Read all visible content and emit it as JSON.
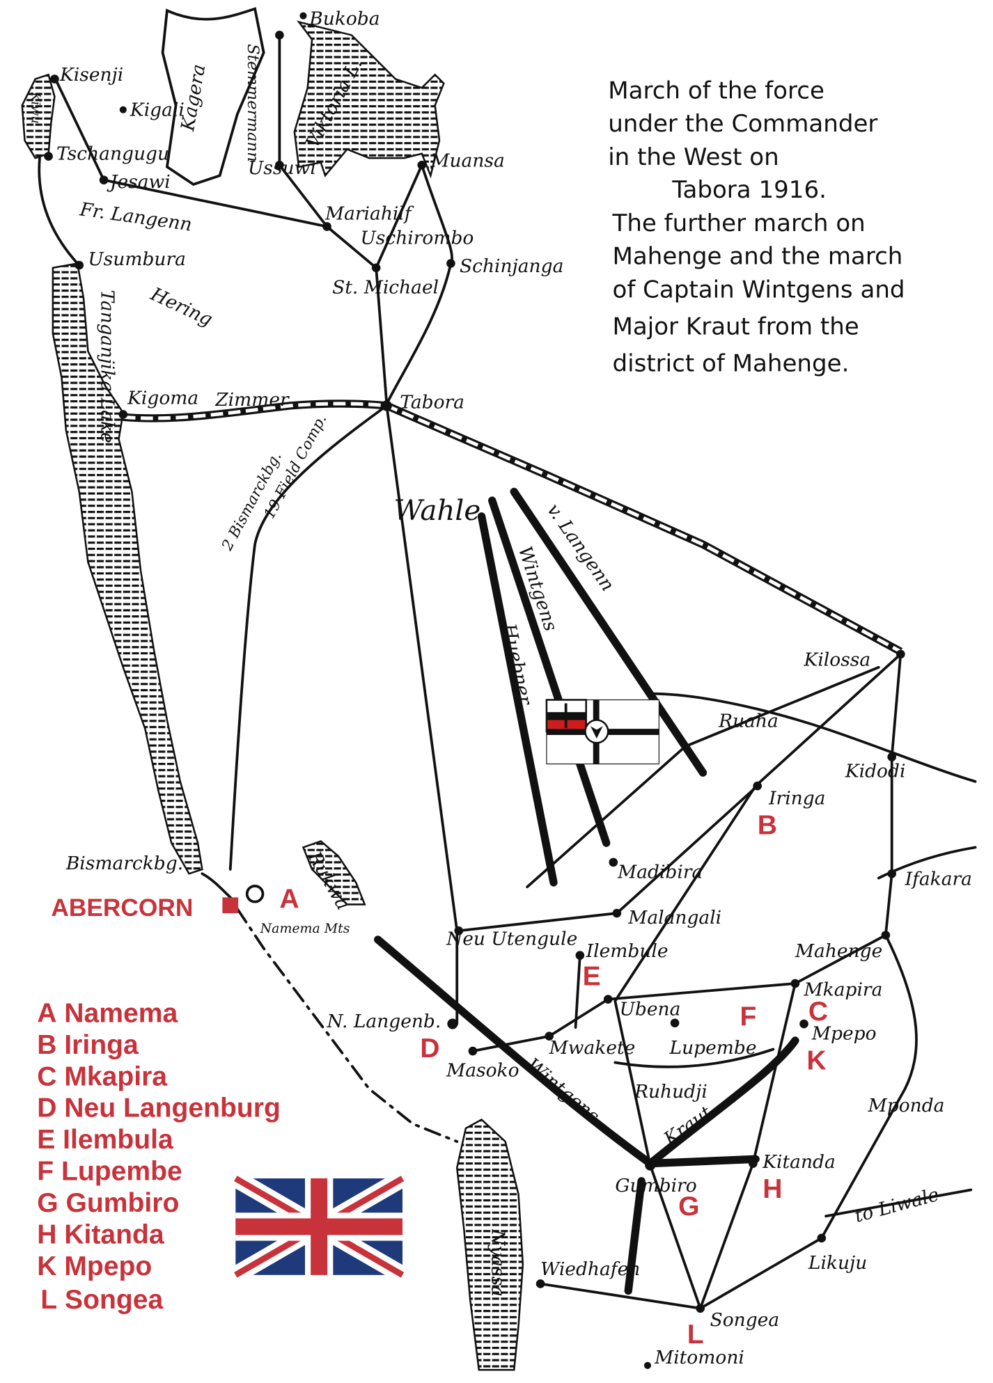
{
  "title_lines": [
    "March of the force",
    "under the Commander",
    "in the West on",
    "Tabora 1916.",
    "The further march on",
    "Mahenge and the march",
    "of Captain Wintgens and",
    "Major Kraut from the",
    "district of Mahenge."
  ],
  "places": {
    "bukoba": "Bukoba",
    "kisenji": "Kisenji",
    "kigali": "Kigali",
    "tschangugu": "Tschangugu",
    "jesawi": "Jesawi",
    "ussuwi": "Ussuwi",
    "muansa": "Muansa",
    "mariahilf": "Mariahilf",
    "uschirombo": "Uschirombo",
    "st_michael": "St. Michael",
    "schinjanga": "Schinjanga",
    "usumbura": "Usumbura",
    "kigoma": "Kigoma",
    "tabora": "Tabora",
    "kilossa": "Kilossa",
    "kidodi": "Kidodi",
    "iringa": "Iringa",
    "ifakara": "Ifakara",
    "madibira": "Madibira",
    "malangali": "Malangali",
    "neu_utengule": "Neu Utengule",
    "ilembule": "Ilembule",
    "mahenge": "Mahenge",
    "mkapira": "Mkapira",
    "mpepo": "Mpepo",
    "ubena": "Ubena",
    "lupembe": "Lupembe",
    "n_langenburg": "N. Langenb.",
    "mwakete": "Mwakete",
    "masoko": "Masoko",
    "gumbiro": "Gumbiro",
    "kitanda": "Kitanda",
    "mponda": "Mponda",
    "likuju": "Likuju",
    "to_liwale": "to Liwale",
    "wiedhafen": "Wiedhafen",
    "songea": "Songea",
    "mitomoni": "Mitomoni",
    "bismarckburg": "Bismarckbg.",
    "namema_mts": "Namema Mts"
  },
  "water": {
    "viktoria": "Viktoria L.",
    "kagera": "Kagera",
    "tanganjika": "Tanganjika Lake",
    "rukwa": "Rukwa",
    "nyassa": "Nyassa",
    "ruaha": "Ruaha",
    "ruhudji": "Ruhudji",
    "kiwu": "Kiwu"
  },
  "routes": {
    "fr_langenn": "Fr. Langenn",
    "hering": "Hering",
    "zimmer": "Zimmer",
    "wahle": "Wahle",
    "wintgens_n": "Wintgens",
    "huebner": "Huebner",
    "v_langenn": "v. Langenn",
    "field_comp": "19 Field Comp.",
    "bismarckbg_route": "2 Bismarckbg.",
    "wintgens_s": "Wintgens",
    "kraut": "Kraut",
    "stemmermann": "Stemmermann"
  },
  "abercorn": "ABERCORN",
  "markers": [
    "A",
    "B",
    "C",
    "D",
    "E",
    "F",
    "G",
    "H",
    "K",
    "L"
  ],
  "legend": [
    {
      "letter": "A",
      "name": "Namema"
    },
    {
      "letter": "B",
      "name": "Iringa"
    },
    {
      "letter": "C",
      "name": "Mkapira"
    },
    {
      "letter": "D",
      "name": "Neu Langenburg"
    },
    {
      "letter": "E",
      "name": "Ilembula"
    },
    {
      "letter": "F",
      "name": "Lupembe"
    },
    {
      "letter": "G",
      "name": "Gumbiro"
    },
    {
      "letter": "H",
      "name": "Kitanda"
    },
    {
      "letter": "K",
      "name": "Mpepo"
    },
    {
      "letter": "L",
      "name": "Songea"
    }
  ],
  "colors": {
    "marker_red": "#c8323a",
    "ink": "#111111",
    "uk_blue": "#1f3a7a"
  }
}
